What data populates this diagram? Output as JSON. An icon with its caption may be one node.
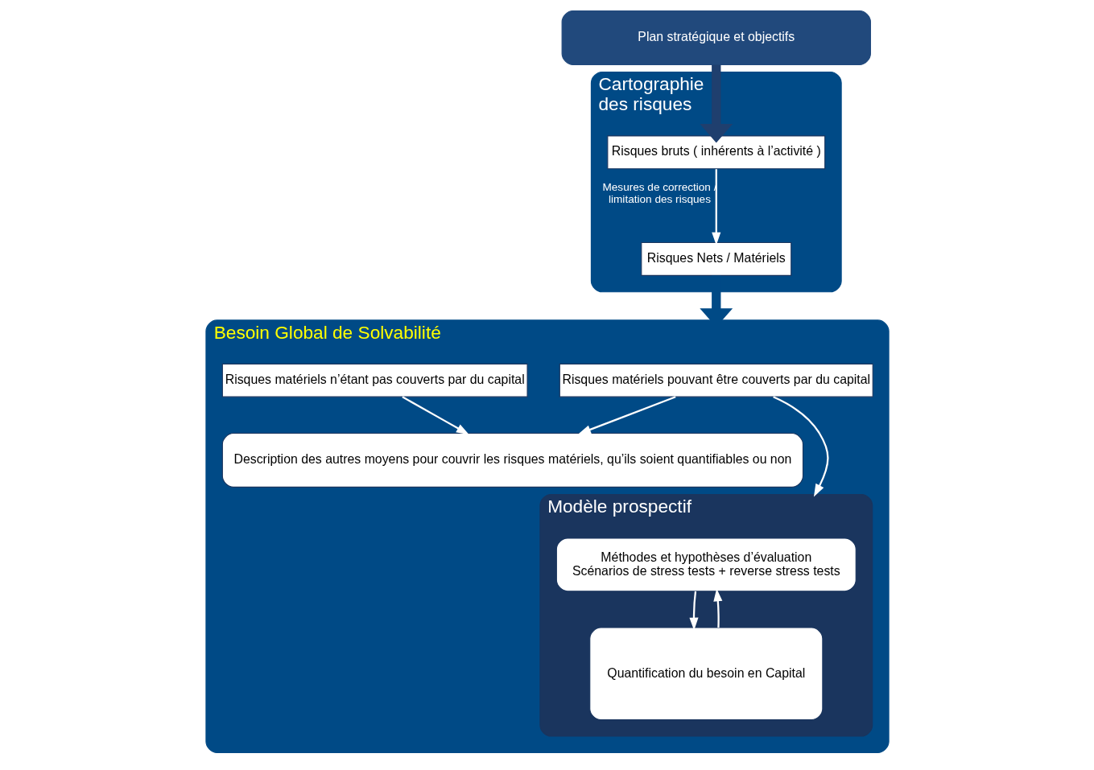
{
  "diagram": {
    "nodes": [
      {
        "text": [
          "Plan stratégique et objectifs"
        ]
      },
      {
        "text": [
          "Cartographie des risques"
        ]
      },
      {
        "text": [
          "Risques bruts ( inhérents à l’activité )"
        ],
        "in": 1
      },
      {
        "text": [
          "Risques Nets / Matériels"
        ],
        "in": 1
      },
      {
        "text": [
          "Besoin Global de Solvabilité"
        ]
      },
      {
        "text": [
          "Risques matériels pouvant être couverts par du capital"
        ],
        "in": 4
      },
      {
        "text": [
          "Risques matériels n’étant pas couverts par du capital"
        ],
        "in": 4
      },
      {
        "text": [
          "Modèle prospectif"
        ],
        "in": 4
      },
      {
        "text": [
          "Méthodes et hypothèses d’évaluation",
          "Scénarios de stress tests + reverse stress tests"
        ],
        "in": 7
      },
      {
        "text": [
          "Quantification du besoin en Capital"
        ],
        "in": 7
      },
      {
        "text": [
          "Description des autres moyens pour couvrir les risques matériels, qu’ils soient quantifiables ou non"
        ],
        "in": 4
      }
    ],
    "edges": [
      {
        "from": 0,
        "to": 2,
        "arrow": "to",
        "style": "thick",
        "color": "#1f3f6e"
      },
      {
        "from": 2,
        "to": 3,
        "arrow": "to",
        "label": "Mesures de correction / limitation des risques"
      },
      {
        "from": 3,
        "to": 4,
        "arrow": "to",
        "style": "thick",
        "color": "#004a86"
      },
      {
        "from": 5,
        "to": 7,
        "arrow": "to"
      },
      {
        "from": 5,
        "to": 10,
        "arrow": "to"
      },
      {
        "from": 6,
        "to": 10,
        "arrow": "to"
      },
      {
        "from": 8,
        "to": 9,
        "arrow": "to"
      },
      {
        "from": 9,
        "to": 8,
        "arrow": "to"
      }
    ]
  }
}
